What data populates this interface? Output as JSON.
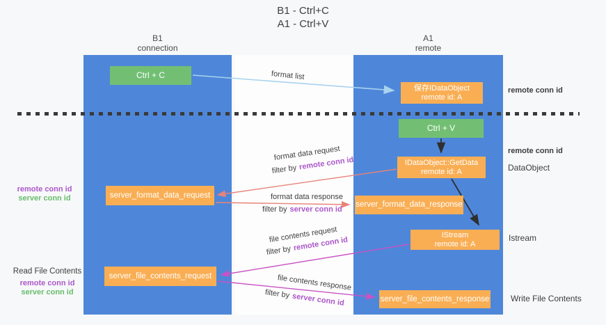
{
  "title": {
    "line1": "B1 - Ctrl+C",
    "line2": "A1 - Ctrl+V"
  },
  "lanes": {
    "left": {
      "title": "B1",
      "subtitle": "connection"
    },
    "right": {
      "title": "A1",
      "subtitle": "remote"
    }
  },
  "nodes": {
    "ctrl_c": {
      "label": "Ctrl + C"
    },
    "save_idataobject": {
      "line1": "保存IDataObject",
      "line2": "remote id: A"
    },
    "ctrl_v": {
      "label": "Ctrl + V"
    },
    "idataobject_getdata": {
      "line1": "IDataObject::GetData",
      "line2": "remote id: A"
    },
    "istream": {
      "line1": "IStream",
      "line2": "remote id: A"
    },
    "server_format_data_request": {
      "label": "server_format_data_request"
    },
    "server_format_data_response": {
      "label": "server_format_data_response"
    },
    "server_file_contents_request": {
      "label": "server_file_contents_request"
    },
    "server_file_contents_response": {
      "label": "server_file_contents_response"
    }
  },
  "edge_labels": {
    "format_list": "format list",
    "format_data_request": "format data request",
    "format_data_response": "format data response",
    "file_contents_request": "file contents request",
    "file_contents_response": "file contents response",
    "filter_by": "filter by",
    "remote_conn_id": "remote conn id",
    "server_conn_id": "server conn id"
  },
  "side_labels": {
    "remote_conn_id_top_right": "remote conn id",
    "remote_conn_id_mid_right": "remote conn id",
    "dataobject": "DataObject",
    "istream": "Istream",
    "write_file_contents": "Write File Contents",
    "read_file_contents": "Read File Contents",
    "remote_conn_id_left_1": "remote conn id",
    "server_conn_id_left_1": "server conn id",
    "remote_conn_id_left_2": "remote conn id",
    "server_conn_id_left_2": "server conn id"
  },
  "colors": {
    "lane_blue": "#4e87d9",
    "node_orange": "#f9ae54",
    "node_green": "#72bf74",
    "arrow_lightblue": "#a9d2ee",
    "arrow_black": "#2f2f2f",
    "arrow_salmon": "#e8837a",
    "arrow_magenta": "#ca52c5",
    "text_purple": "#ab57c9",
    "text_green": "#67bd6b",
    "text_dark": "#3c3c3c",
    "dashed_line": "#3a3a3a"
  }
}
